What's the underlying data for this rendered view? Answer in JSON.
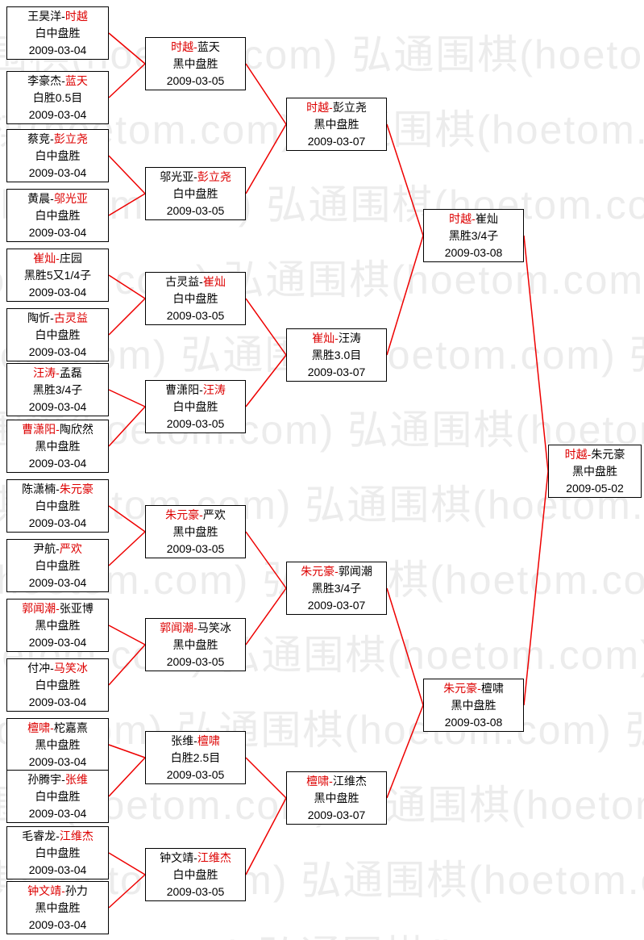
{
  "watermark": {
    "text": "弘通围棋(hoetom.com)",
    "color": "#ececec"
  },
  "colors": {
    "winner_name": "#dd0000",
    "line": "#ee0000",
    "box_border": "#000000",
    "box_bg": "#ffffff"
  },
  "bracket": {
    "rounds": [
      {
        "key": "round1",
        "matches": [
          {
            "p1": "王昊洋",
            "p2": "时越",
            "red": "p2",
            "result": "白中盘胜",
            "date": "2009-03-04"
          },
          {
            "p1": "李豪杰",
            "p2": "蓝天",
            "red": "p2",
            "result": "白胜0.5目",
            "date": "2009-03-04"
          },
          {
            "p1": "蔡竞",
            "p2": "彭立尧",
            "red": "p2",
            "result": "白中盘胜",
            "date": "2009-03-04"
          },
          {
            "p1": "黄晨",
            "p2": "邬光亚",
            "red": "p2",
            "result": "白中盘胜",
            "date": "2009-03-04"
          },
          {
            "p1": "崔灿",
            "p2": "庄园",
            "red": "p1",
            "result": "黑胜5又1/4子",
            "date": "2009-03-04"
          },
          {
            "p1": "陶忻",
            "p2": "古灵益",
            "red": "p2",
            "result": "白中盘胜",
            "date": "2009-03-04"
          },
          {
            "p1": "汪涛",
            "p2": "孟磊",
            "red": "p1",
            "result": "黑胜3/4子",
            "date": "2009-03-04"
          },
          {
            "p1": "曹潇阳",
            "p2": "陶欣然",
            "red": "p1",
            "result": "黑中盘胜",
            "date": "2009-03-04"
          },
          {
            "p1": "陈潇楠",
            "p2": "朱元豪",
            "red": "p2",
            "result": "白中盘胜",
            "date": "2009-03-04"
          },
          {
            "p1": "尹航",
            "p2": "严欢",
            "red": "p2",
            "result": "白中盘胜",
            "date": "2009-03-04"
          },
          {
            "p1": "郭闻潮",
            "p2": "张亚博",
            "red": "p1",
            "result": "黑中盘胜",
            "date": "2009-03-04"
          },
          {
            "p1": "付冲",
            "p2": "马笑冰",
            "red": "p2",
            "result": "白中盘胜",
            "date": "2009-03-04"
          },
          {
            "p1": "檀啸",
            "p2": "柁嘉熹",
            "red": "p1",
            "result": "黑中盘胜",
            "date": "2009-03-04"
          },
          {
            "p1": "孙腾宇",
            "p2": "张维",
            "red": "p2",
            "result": "白中盘胜",
            "date": "2009-03-04"
          },
          {
            "p1": "毛睿龙",
            "p2": "江维杰",
            "red": "p2",
            "result": "白中盘胜",
            "date": "2009-03-04"
          },
          {
            "p1": "钟文靖",
            "p2": "孙力",
            "red": "p1",
            "result": "黑中盘胜",
            "date": "2009-03-04"
          }
        ]
      },
      {
        "key": "round2",
        "matches": [
          {
            "p1": "时越",
            "p2": "蓝天",
            "red": "p1",
            "result": "黑中盘胜",
            "date": "2009-03-05"
          },
          {
            "p1": "邬光亚",
            "p2": "彭立尧",
            "red": "p2",
            "result": "白中盘胜",
            "date": "2009-03-05"
          },
          {
            "p1": "古灵益",
            "p2": "崔灿",
            "red": "p2",
            "result": "白中盘胜",
            "date": "2009-03-05"
          },
          {
            "p1": "曹潇阳",
            "p2": "汪涛",
            "red": "p2",
            "result": "白中盘胜",
            "date": "2009-03-05"
          },
          {
            "p1": "朱元豪",
            "p2": "严欢",
            "red": "p1",
            "result": "黑中盘胜",
            "date": "2009-03-05"
          },
          {
            "p1": "郭闻潮",
            "p2": "马笑冰",
            "red": "p1",
            "result": "黑中盘胜",
            "date": "2009-03-05"
          },
          {
            "p1": "张维",
            "p2": "檀啸",
            "red": "p2",
            "result": "白胜2.5目",
            "date": "2009-03-05"
          },
          {
            "p1": "钟文靖",
            "p2": "江维杰",
            "red": "p2",
            "result": "白中盘胜",
            "date": "2009-03-05"
          }
        ]
      },
      {
        "key": "round3",
        "matches": [
          {
            "p1": "时越",
            "p2": "彭立尧",
            "red": "p1",
            "result": "黑中盘胜",
            "date": "2009-03-07"
          },
          {
            "p1": "崔灿",
            "p2": "汪涛",
            "red": "p1",
            "result": "黑胜3.0目",
            "date": "2009-03-07"
          },
          {
            "p1": "朱元豪",
            "p2": "郭闻潮",
            "red": "p1",
            "result": "黑胜3/4子",
            "date": "2009-03-07"
          },
          {
            "p1": "檀啸",
            "p2": "江维杰",
            "red": "p1",
            "result": "黑中盘胜",
            "date": "2009-03-07"
          }
        ]
      },
      {
        "key": "semifinal",
        "matches": [
          {
            "p1": "时越",
            "p2": "崔灿",
            "red": "p1",
            "result": "黑胜3/4子",
            "date": "2009-03-08"
          },
          {
            "p1": "朱元豪",
            "p2": "檀啸",
            "red": "p1",
            "result": "黑中盘胜",
            "date": "2009-03-08"
          }
        ]
      },
      {
        "key": "final",
        "matches": [
          {
            "p1": "时越",
            "p2": "朱元豪",
            "red": "p1",
            "result": "黑中盘胜",
            "date": "2009-05-02"
          }
        ]
      }
    ]
  }
}
